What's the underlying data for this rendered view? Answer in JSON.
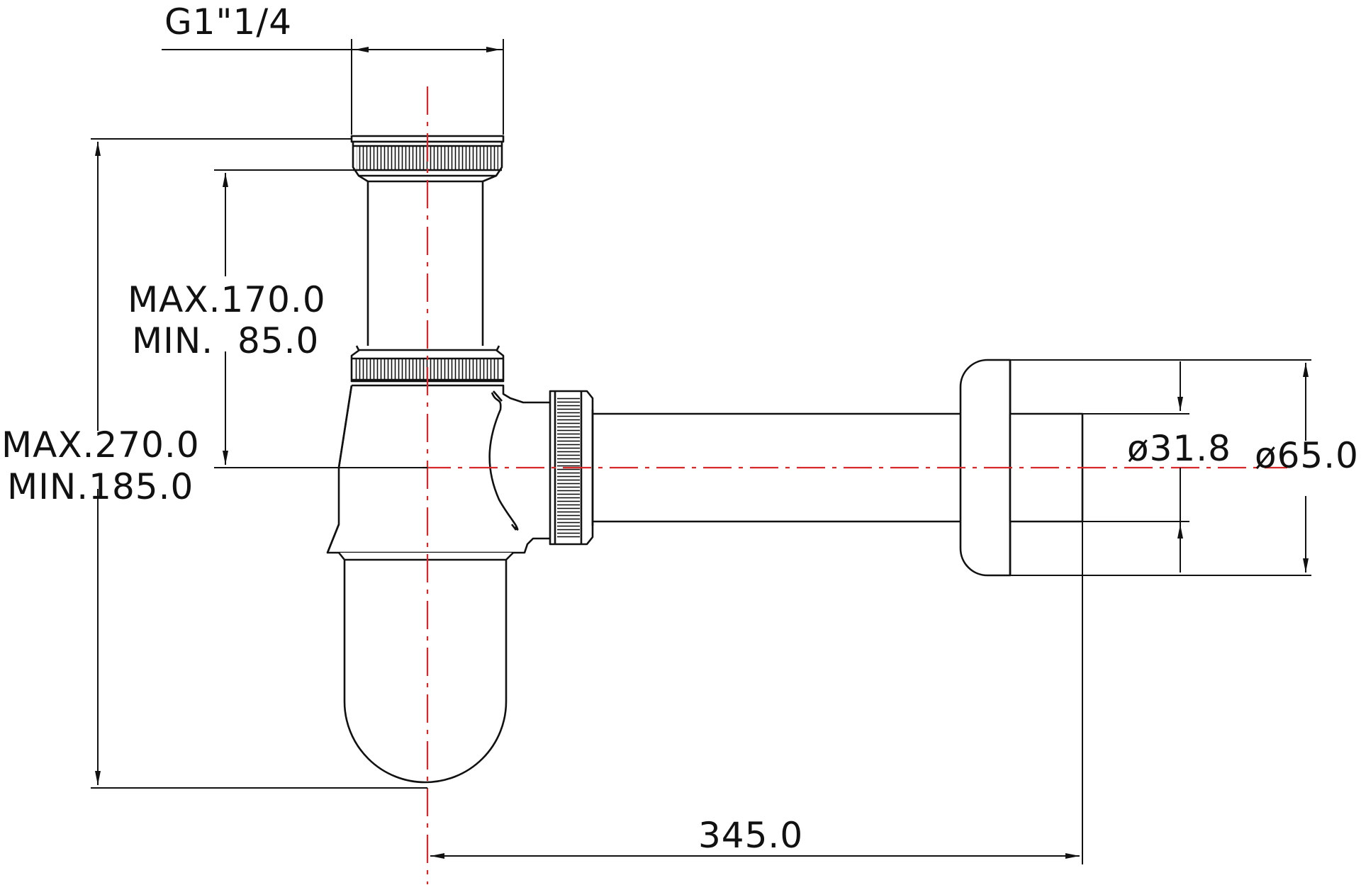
{
  "diagram": {
    "type": "technical-drawing",
    "subject": "bottle trap siphon",
    "colors": {
      "line": "#111111",
      "centerline": "#d62828",
      "background": "#ffffff"
    },
    "labels": {
      "thread_size": "G1\"1/4",
      "tube_height_max": "MAX.170.0",
      "tube_height_min": "MIN.  85.0",
      "total_height_max": "MAX.270.0",
      "total_height_min": "MIN.185.0",
      "outlet_pipe_diameter": "ø31.8",
      "wall_flange_diameter": "ø65.0",
      "horizontal_length": "345.0"
    }
  }
}
